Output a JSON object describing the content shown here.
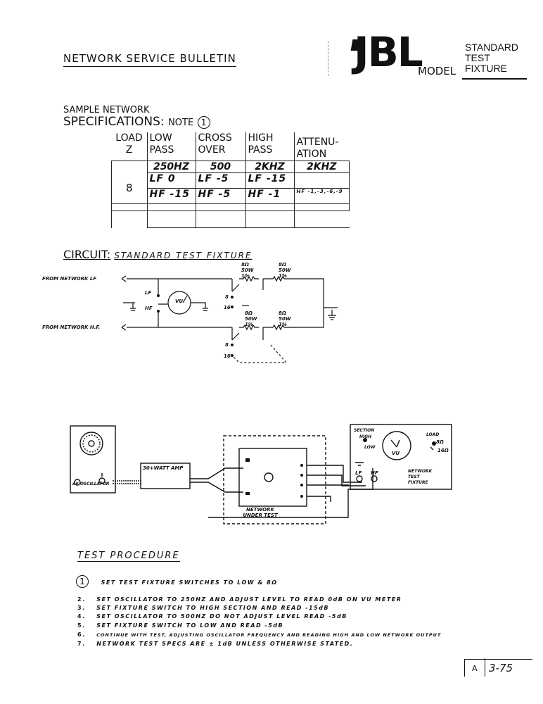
{
  "header": {
    "bulletin_title": "NETWORK SERVICE BULLETIN",
    "logo_text": "JBL",
    "model_label": "MODEL",
    "fixture_lines": [
      "STANDARD",
      "TEST",
      "FIXTURE"
    ]
  },
  "specs": {
    "sample_label": "SAMPLE NETWORK",
    "title": "SPECIFICATIONS:",
    "note": "NOTE",
    "note_num": "1",
    "columns": [
      {
        "line1": "LOAD",
        "line2": "Z"
      },
      {
        "line1": "LOW",
        "line2": "PASS"
      },
      {
        "line1": "CROSS",
        "line2": "OVER"
      },
      {
        "line1": "HIGH",
        "line2": "PASS"
      },
      {
        "line1": "ATTENU-",
        "line2": "ATION"
      }
    ],
    "freqs": [
      "250HZ",
      "500",
      "2KHZ",
      "2KHZ"
    ],
    "load": "8",
    "row_lf": [
      "LF    0",
      "LF    -5",
      "LF   -15",
      ""
    ],
    "row_hf": [
      "HF   -15",
      "HF    -5",
      "HF    -1",
      "HF -1,-3,-6,-9"
    ]
  },
  "circuit": {
    "title": "CIRCUIT:",
    "subtitle": "STANDARD TEST FIXTURE",
    "from_lf": "FROM NETWORK LF",
    "from_hf": "FROM NETWORK H.F.",
    "r_top1": "8Ω 50W 1%",
    "r_top2": "8Ω 50W 1%",
    "r_bot1": "8Ω 50W 1%",
    "r_bot2": "8Ω 50W 1%",
    "lf": "LF",
    "hf": "HF",
    "vu": "VU",
    "sw8": "8",
    "sw16": "16"
  },
  "setup": {
    "oscillator": "AF OSCILLATOR",
    "amp": "30+WATT AMP",
    "network": "NETWORK UNDER TEST",
    "fixture_label": "NETWORK TEST FIXTURE",
    "section": "SECTION",
    "high": "HIGH",
    "low": "LOW",
    "load": "LOAD",
    "load8": "8Ω",
    "load16": "16Ω",
    "vu": "VU",
    "lf": "LF",
    "hf": "HF"
  },
  "procedure": {
    "title": "TEST PROCEDURE",
    "steps": [
      {
        "num": "1",
        "text": "SET TEST FIXTURE SWITCHES TO LOW & 8Ω"
      },
      {
        "num": "2.",
        "text": "SET OSCILLATOR TO 250HZ AND ADJUST LEVEL TO READ 0dB ON VU METER"
      },
      {
        "num": "3.",
        "text": "SET FIXTURE SWITCH TO HIGH SECTION AND READ -15dB"
      },
      {
        "num": "4.",
        "text": "SET OSCILLATOR TO 500HZ  DO NOT ADJUST LEVEL  READ -5dB"
      },
      {
        "num": "5.",
        "text": "SET FIXTURE SWITCH TO LOW AND READ -5dB"
      },
      {
        "num": "6.",
        "text": "CONTINUE WITH TEST, ADJUSTING OSCILLATOR FREQUENCY AND READING HIGH AND LOW NETWORK OUTPUT"
      },
      {
        "num": "7.",
        "text": "NETWORK TEST SPECS ARE ± 1dB UNLESS OTHERWISE STATED."
      }
    ]
  },
  "footer": {
    "a": "A",
    "code": "3-75"
  }
}
